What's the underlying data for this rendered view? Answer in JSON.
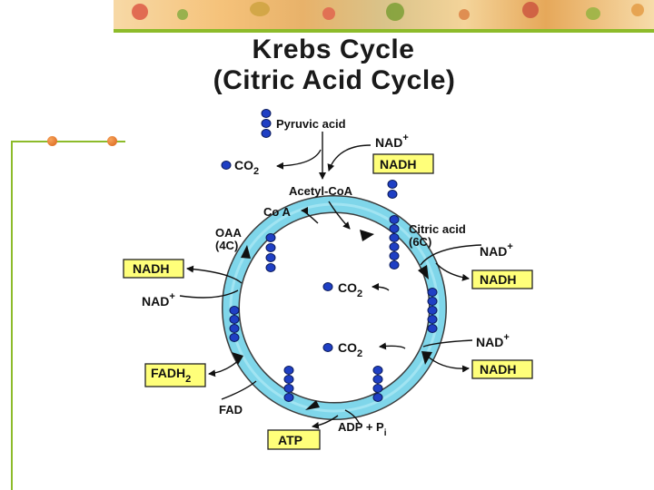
{
  "title": {
    "line1": "Krebs Cycle",
    "line2": "(Citric Acid Cycle)"
  },
  "labels": {
    "pyruvic_acid": "Pyruvic acid",
    "nad_top": "NAD",
    "nadh_top": "NADH",
    "co2_top": "CO",
    "acetyl_coa": "Acetyl-CoA",
    "coa": "Co A",
    "oaa": "OAA",
    "oaa_carbons": "(4C)",
    "citric_acid": "Citric acid",
    "citric_carbons": "(6C)",
    "nad_right1": "NAD",
    "nadh_right1": "NADH",
    "nadh_left": "NADH",
    "nad_left": "NAD",
    "co2_mid1": "CO",
    "co2_mid2": "CO",
    "nad_right2": "NAD",
    "nadh_right2": "NADH",
    "fadh_left": "FADH",
    "fad": "FAD",
    "atp": "ATP",
    "adp_pi": "ADP + P",
    "sub_2": "2",
    "sup_plus": "+",
    "sub_i": "i"
  },
  "colors": {
    "ring": "#7fd6ea",
    "ring_edge": "#3d3d3d",
    "carbon": "#1f3fc4",
    "carbon_edge": "#0a1a5a",
    "box_fill": "#ffff7a",
    "box_edge": "#222222",
    "accent_green": "#8dbb2a",
    "accent_orange": "#e07a2e"
  }
}
